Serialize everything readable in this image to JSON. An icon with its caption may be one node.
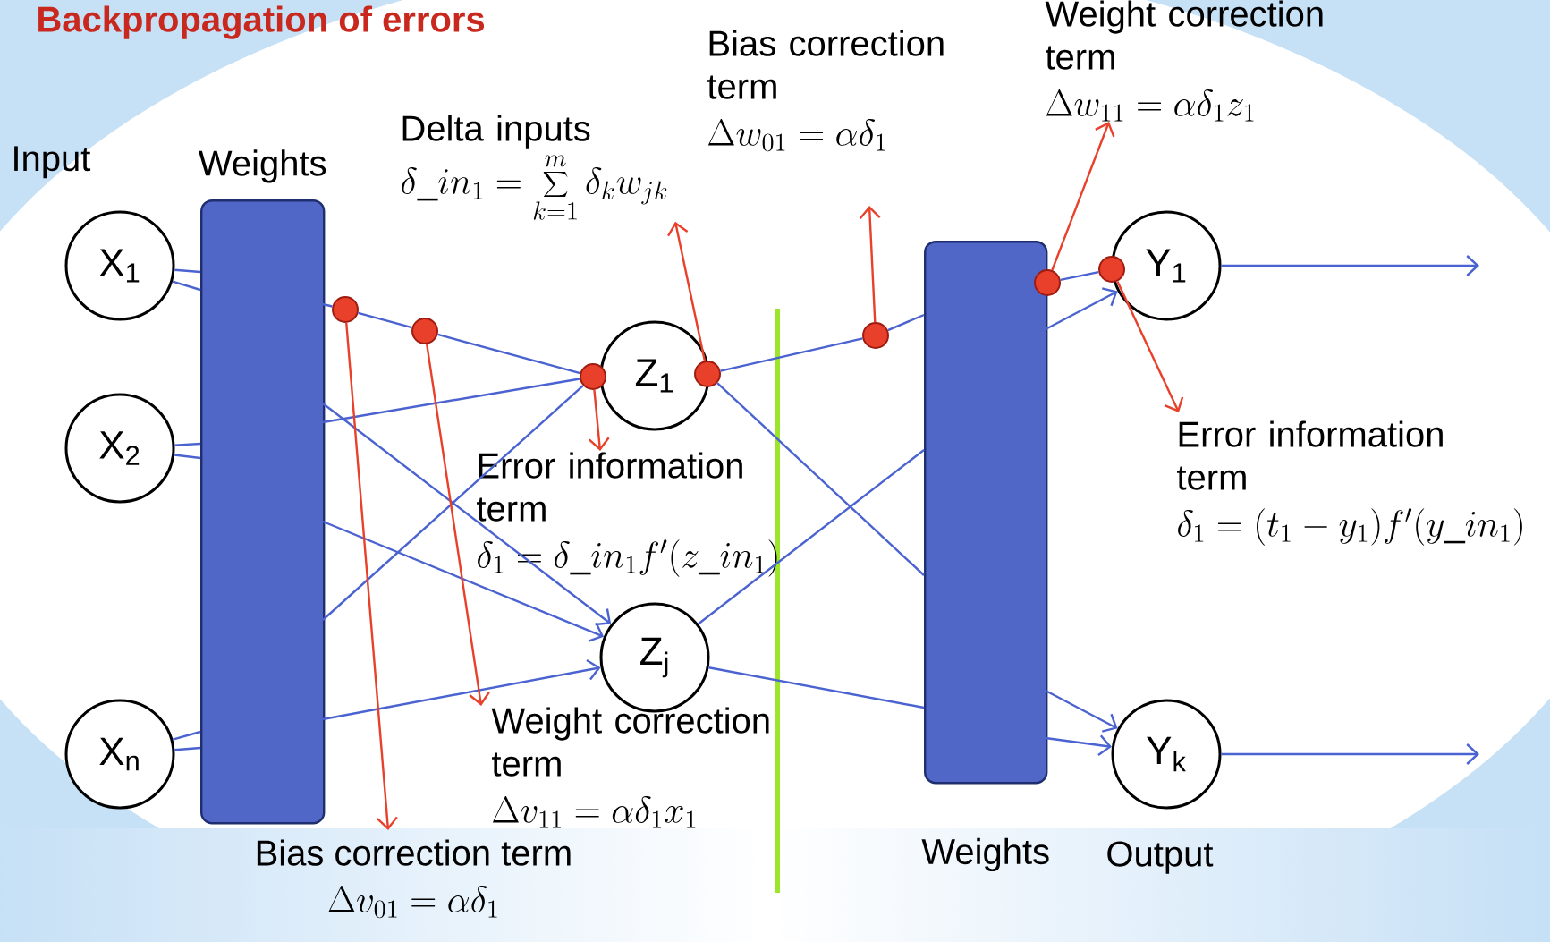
{
  "diagram": {
    "title": "Backpropagation of errors",
    "nodes": [
      {
        "text": [
          "X$_{1}$"
        ]
      },
      {
        "text": [
          "X$_{2}$"
        ]
      },
      {
        "text": [
          "X$_{n}$"
        ]
      },
      {
        "text": [
          "Weights"
        ]
      },
      {
        "text": [
          "Z$_{1}$"
        ]
      },
      {
        "text": [
          "Z$_{j}$"
        ]
      },
      {
        "text": [
          "Weights"
        ]
      },
      {
        "text": [
          "Y$_{1}$"
        ]
      },
      {
        "text": [
          "Y$_{k}$"
        ]
      },
      {
        "text": [],
        "shape": "circle"
      },
      {
        "text": [],
        "shape": "circle"
      },
      {
        "text": [],
        "shape": "circle"
      },
      {
        "text": [],
        "shape": "circle"
      },
      {
        "text": [],
        "shape": "circle"
      },
      {
        "text": [],
        "shape": "circle"
      },
      {
        "text": [],
        "shape": "circle"
      },
      {
        "text": [
          "Delta inputs",
          "\\delta\\_in_1=\\sum_{k=1}^{m}\\delta_k w_{jk}"
        ]
      },
      {
        "text": [
          "Bias correction term",
          "\\Delta w_{01}=\\alpha\\delta_1"
        ]
      },
      {
        "text": [
          "Weight correction term",
          "\\Delta w_{11}=\\alpha\\delta_1 z_1"
        ]
      },
      {
        "text": [
          "Error information term",
          "\\delta_1=\\delta\\_in_1 f'(z\\_in_1)"
        ]
      },
      {
        "text": [
          "Error information term",
          "\\delta_1=(t_1-y_1)f'(y\\_in_1)"
        ]
      },
      {
        "text": [
          "Weight correction term",
          "\\Delta v_{11}=\\alpha\\delta_1 x_1"
        ]
      },
      {
        "text": [
          "Bias correction term",
          "\\Delta v_{01}=\\alpha\\delta_1"
        ]
      }
    ],
    "edges": [
      {
        "from": 0,
        "to": 3,
        "arrow": "none"
      },
      {
        "from": 0,
        "to": 3,
        "arrow": "none"
      },
      {
        "from": 1,
        "to": 3,
        "arrow": "none"
      },
      {
        "from": 1,
        "to": 3,
        "arrow": "none"
      },
      {
        "from": 2,
        "to": 3,
        "arrow": "none"
      },
      {
        "from": 2,
        "to": 3,
        "arrow": "none"
      },
      {
        "from": 3,
        "to": 9,
        "arrow": "none"
      },
      {
        "from": 9,
        "to": 10,
        "arrow": "none"
      },
      {
        "from": 10,
        "to": 11,
        "arrow": "none"
      },
      {
        "from": 3,
        "to": 11,
        "arrow": "none"
      },
      {
        "from": 3,
        "to": 11,
        "arrow": "none"
      },
      {
        "from": 3,
        "to": 5,
        "arrow": "to"
      },
      {
        "from": 3,
        "to": 5,
        "arrow": "to"
      },
      {
        "from": 3,
        "to": 5,
        "arrow": "to"
      },
      {
        "from": 12,
        "to": 13,
        "arrow": "none"
      },
      {
        "from": 13,
        "to": 6,
        "arrow": "none"
      },
      {
        "from": 12,
        "to": 6,
        "arrow": "none"
      },
      {
        "from": 5,
        "to": 6,
        "arrow": "none"
      },
      {
        "from": 5,
        "to": 6,
        "arrow": "none"
      },
      {
        "from": 14,
        "to": 15,
        "arrow": "none"
      },
      {
        "from": 6,
        "to": 7,
        "arrow": "to"
      },
      {
        "from": 6,
        "to": 8,
        "arrow": "to"
      },
      {
        "from": 6,
        "to": 8,
        "arrow": "to"
      },
      {
        "from": 7,
        "to": null,
        "arrow": "to"
      },
      {
        "from": 8,
        "to": null,
        "arrow": "to"
      },
      {
        "from": 9,
        "to": 22,
        "arrow": "to",
        "color": "#e8402a"
      },
      {
        "from": 10,
        "to": 21,
        "arrow": "to",
        "color": "#e8402a"
      },
      {
        "from": 11,
        "to": 19,
        "arrow": "to",
        "color": "#e8402a"
      },
      {
        "from": 12,
        "to": 16,
        "arrow": "to",
        "color": "#e8402a"
      },
      {
        "from": 13,
        "to": 17,
        "arrow": "to",
        "color": "#e8402a"
      },
      {
        "from": 14,
        "to": 18,
        "arrow": "to",
        "color": "#e8402a"
      },
      {
        "from": 15,
        "to": 20,
        "arrow": "to",
        "color": "#e8402a"
      }
    ],
    "labels": [
      "Input",
      "Output"
    ]
  }
}
